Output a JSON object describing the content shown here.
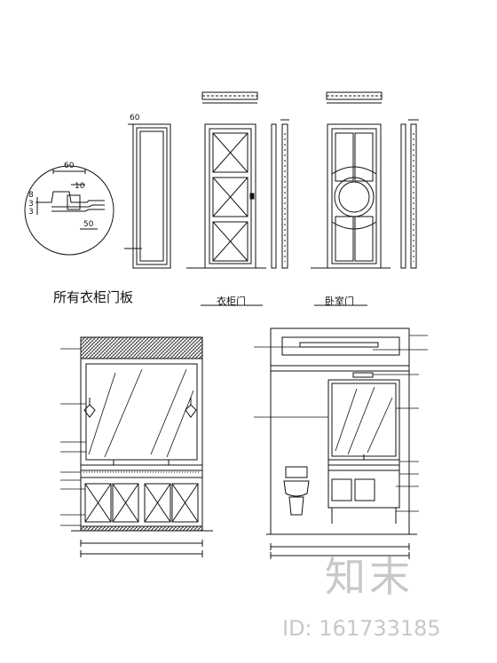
{
  "panel_title": "所有衣柜门板",
  "door_label_left": "衣柜门",
  "door_label_right": "卧室门",
  "detail_dims": {
    "top": "60",
    "mid": "10",
    "bottom": "50",
    "side_a": "8",
    "side_b": "3",
    "side_c": "3",
    "panel_top": "60"
  },
  "watermark": {
    "logo_text": "知末",
    "id_text": "ID: 161733185"
  }
}
